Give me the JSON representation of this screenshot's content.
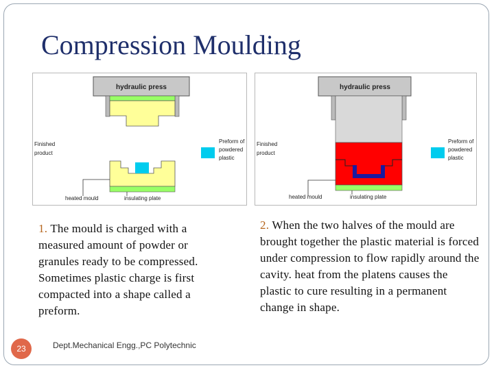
{
  "slide": {
    "title": "Compression Moulding",
    "page_number": "23",
    "footer": "Dept.Mechanical Engg.,PC Polytechnic"
  },
  "figures": [
    {
      "press_label": "hydraulic press",
      "finished_label": [
        "Finished",
        "product"
      ],
      "preform_label": [
        "Preform of",
        "powdered",
        "plastic"
      ],
      "mould_label": "heated mould",
      "plate_label": "insulating plate"
    },
    {
      "press_label": "hydraulic press",
      "finished_label": [
        "Finished",
        "product"
      ],
      "preform_label": [
        "Preform of",
        "powdered",
        "plastic"
      ],
      "mould_label": "heated mould",
      "plate_label": "insulating plate"
    }
  ],
  "captions": [
    {
      "number": "1.",
      "text": "The mould is charged with a measured amount of powder or granules ready to be compressed. Sometimes plastic charge is first compacted into a shape called a preform."
    },
    {
      "number": "2.",
      "text": "When  the two halves of the mould are  brought together the plastic material is forced under compression to flow rapidly around the cavity. heat from the platens causes the plastic to cure resulting in a permanent change in shape."
    }
  ],
  "colors": {
    "title": "#1f2f6b",
    "number": "#b5651d",
    "mould_open": "#ffff99",
    "mould_closed": "#ff0000",
    "plate": "#99ff66",
    "preform": "#00ccee",
    "press": "#c8c8c8",
    "badge": "#e0684a"
  }
}
